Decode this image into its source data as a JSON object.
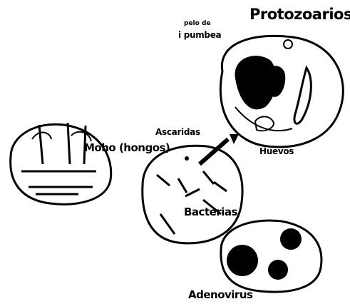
{
  "labels": {
    "title": "Protozoarios",
    "pili": "pelo de",
    "pili2": "i pumbea",
    "hongos": "Moho (hongos)",
    "ascaridas": "Ascaridas",
    "huevos": "Huevos",
    "bacterias": "Bacterias",
    "adenovirus": "Adenovirus"
  }
}
